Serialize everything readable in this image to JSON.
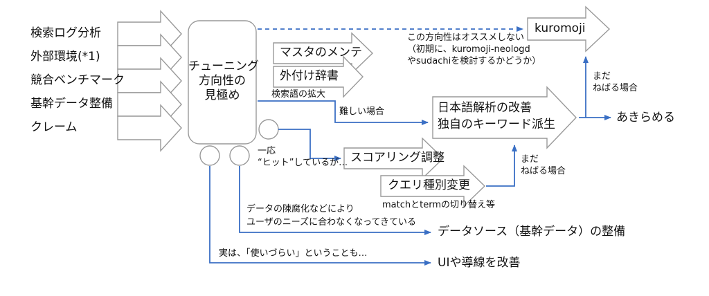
{
  "sources": [
    "検索ログ分析",
    "外部環境(*1)",
    "競合ベンチマーク",
    "基幹データ整備",
    "クレーム"
  ],
  "tuning_box": [
    "チューニング",
    "方向性の",
    "見極め"
  ],
  "actions": {
    "master": "マスタのメンテ",
    "external_dict": "外付け辞書",
    "expand": "検索語の拡大",
    "kuromoji": "kuromoji",
    "kuromoji_note": [
      "この方向性はオススメしない",
      "（初期に、kuromoji-neologd",
      "やsudachiを検討するかどうか）"
    ],
    "hard_case": "難しい場合",
    "japanese_analysis": [
      "日本語解析の改善",
      "独自のキーワード派生"
    ],
    "give_up_cond": [
      "まだ",
      "ねばる場合"
    ],
    "give_up": "あきらめる",
    "hit_note": [
      "一応",
      "“ヒット”しているが…"
    ],
    "scoring": "スコアリング調整",
    "query_change": "クエリ種別変更",
    "match_term": "matchとtermの切り替え等",
    "persist_cond": [
      "まだ",
      "ねばる場合"
    ],
    "data_note": [
      "データの陳腐化などにより",
      "ユーザのニーズに合わなくなってきている"
    ],
    "data_source": "データソース（基幹データ）の整備",
    "ui_note": "実は、「使いづらい」ということも…",
    "ui_improve": "UIや導線を改善"
  },
  "colors": {
    "connector": "#3a6fc4",
    "outline": "#999999"
  }
}
